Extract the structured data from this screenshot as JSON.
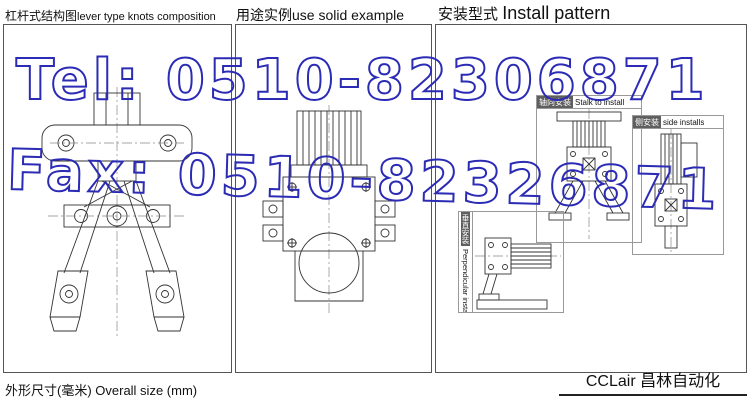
{
  "colors": {
    "watermark": "#2b2bb5",
    "line": "#333333"
  },
  "header": {
    "left": {
      "zh": "杠杆式结构图",
      "en": "lever type knots composition"
    },
    "middle": {
      "zh": "用途实例",
      "en": "use solid example"
    },
    "right": {
      "zh": "安装型式",
      "en": "Install pattern"
    }
  },
  "watermark": {
    "line1": "Tel: 0510-82306871",
    "line2": "Fax: 0510-82326871"
  },
  "install_labels": {
    "axial": {
      "zh": "轴向安装",
      "en": "Stalk to install"
    },
    "side": {
      "zh": "侧安装",
      "en": "side installs"
    },
    "perpendicular": {
      "zh": "垂直安装",
      "en": "Perpendicular install"
    }
  },
  "footer": {
    "size_label": "外形尺寸(毫米) Overall size (mm)",
    "brand": "CCLair 昌林自动化"
  }
}
